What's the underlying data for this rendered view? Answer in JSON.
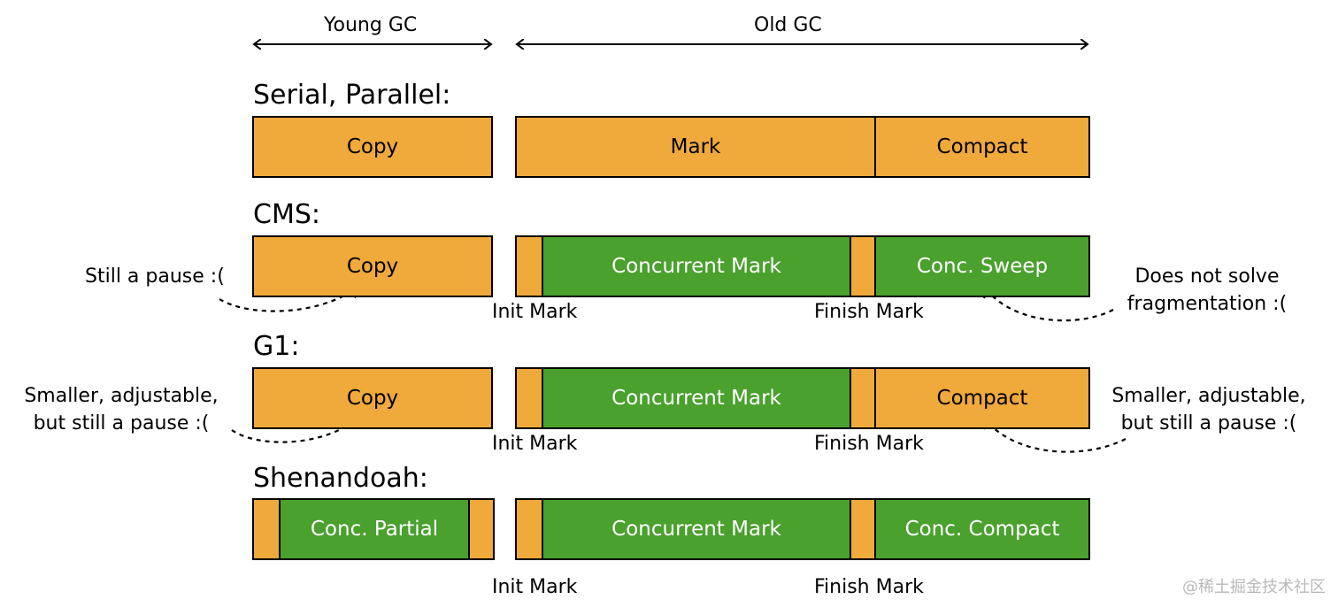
{
  "headers": {
    "young": "Young GC",
    "old": "Old GC"
  },
  "rows": {
    "serial": {
      "title": "Serial, Parallel:",
      "copy": "Copy",
      "mark": "Mark",
      "compact": "Compact"
    },
    "cms": {
      "title": "CMS:",
      "copy": "Copy",
      "concurrent_mark": "Concurrent Mark",
      "conc_sweep": "Conc. Sweep",
      "init_mark": "Init Mark",
      "finish_mark": "Finish Mark",
      "note_left": "Still a pause :(",
      "note_right_line1": "Does not solve",
      "note_right_line2": "fragmentation :("
    },
    "g1": {
      "title": "G1:",
      "copy": "Copy",
      "concurrent_mark": "Concurrent Mark",
      "compact": "Compact",
      "init_mark": "Init Mark",
      "finish_mark": "Finish Mark",
      "note_left_line1": "Smaller, adjustable,",
      "note_left_line2": "but still a pause :(",
      "note_right_line1": "Smaller, adjustable,",
      "note_right_line2": "but still a pause :("
    },
    "shenandoah": {
      "title": "Shenandoah:",
      "conc_partial": "Conc. Partial",
      "concurrent_mark": "Concurrent Mark",
      "conc_compact": "Conc. Compact",
      "init_mark": "Init Mark",
      "finish_mark": "Finish Mark"
    }
  },
  "colors": {
    "pause": "#f0a93b",
    "concurrent": "#4aa12e"
  },
  "watermark": "@稀土掘金技术社区"
}
